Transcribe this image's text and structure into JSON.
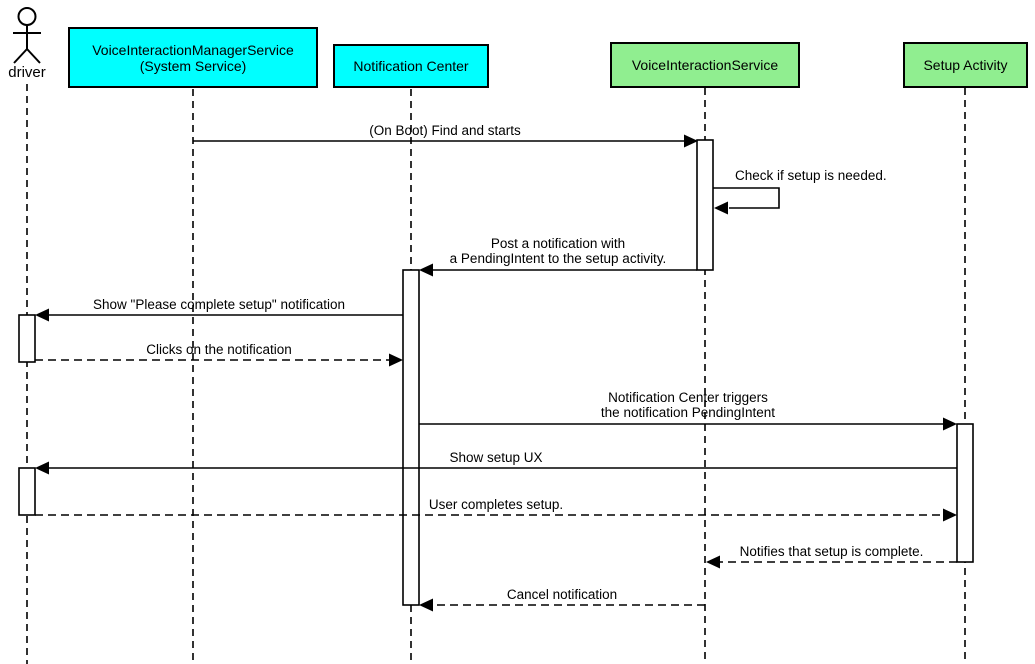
{
  "diagram": {
    "type": "uml-sequence-diagram",
    "actor": {
      "label": "driver"
    },
    "participants": [
      {
        "label": "VoiceInteractionManagerService\n(System Service)",
        "fill": "#00FFFF"
      },
      {
        "label": "Notification Center",
        "fill": "#00FFFF"
      },
      {
        "label": "VoiceInteractionService",
        "fill": "#90EE90"
      },
      {
        "label": "Setup Activity",
        "fill": "#90EE90"
      }
    ],
    "messages": [
      {
        "label": "(On Boot) Find and starts",
        "from": "VoiceInteractionManagerService (System Service)",
        "to": "VoiceInteractionService",
        "line": "solid"
      },
      {
        "label": "Check if setup is needed.",
        "from": "VoiceInteractionService",
        "to": "VoiceInteractionService",
        "line": "solid"
      },
      {
        "label": "Post a notification with\na PendingIntent to the setup activity.",
        "from": "VoiceInteractionService",
        "to": "Notification Center",
        "line": "solid"
      },
      {
        "label": "Show \"Please complete setup\" notification",
        "from": "Notification Center",
        "to": "driver",
        "line": "solid"
      },
      {
        "label": "Clicks on the notification",
        "from": "driver",
        "to": "Notification Center",
        "line": "dashed"
      },
      {
        "label": "Notification Center triggers\nthe notification PendingIntent",
        "from": "Notification Center",
        "to": "Setup Activity",
        "line": "solid"
      },
      {
        "label": "Show setup UX",
        "from": "Setup Activity",
        "to": "driver",
        "line": "solid"
      },
      {
        "label": "User completes setup.",
        "from": "driver",
        "to": "Setup Activity",
        "line": "dashed"
      },
      {
        "label": "Notifies that setup is complete.",
        "from": "Setup Activity",
        "to": "VoiceInteractionService",
        "line": "dashed"
      },
      {
        "label": "Cancel notification",
        "from": "VoiceInteractionService",
        "to": "Notification Center",
        "line": "dashed"
      }
    ],
    "colors": {
      "system_service_fill": "#00FFFF",
      "app_component_fill": "#90EE90",
      "line": "#000000",
      "background": "#FFFFFF"
    }
  }
}
